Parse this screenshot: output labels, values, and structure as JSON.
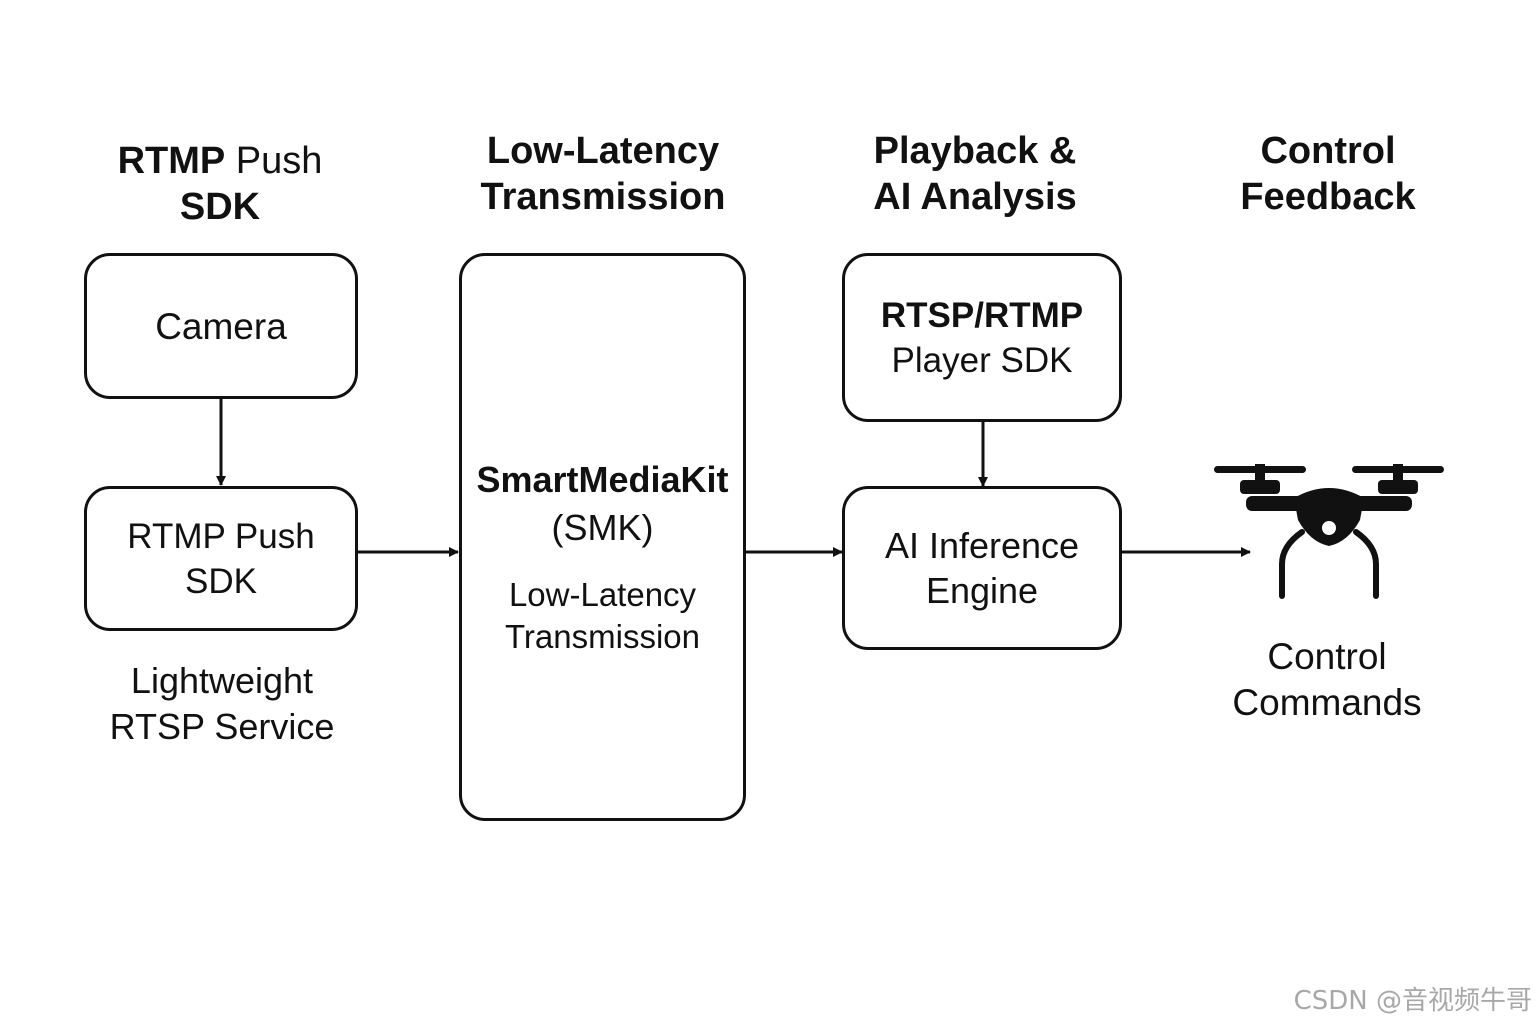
{
  "columns": {
    "push": {
      "line1_bold": "RTMP",
      "line1_rest": " Push",
      "line2": "SDK"
    },
    "transmission": {
      "line1": "Low-Latency",
      "line2": "Transmission"
    },
    "playback": {
      "line1": "Playback &",
      "line2": "AI Analysis"
    },
    "control": {
      "line1": "Control",
      "line2": "Feedback"
    }
  },
  "nodes": {
    "camera": {
      "label": "Camera"
    },
    "push_sdk": {
      "line1": "RTMP Push",
      "line2": "SDK"
    },
    "smk": {
      "name": "SmartMediaKit",
      "abbr": "(SMK)",
      "line1": "Low-Latency",
      "line2": "Transmission"
    },
    "player": {
      "line1": "RTSP/RTMP",
      "line2": "Player SDK"
    },
    "ai": {
      "line1": "AI Inference",
      "line2": "Engine"
    }
  },
  "captions": {
    "rtsp": {
      "line1": "Lightweight",
      "line2": "RTSP Service"
    },
    "commands": {
      "line1": "Control",
      "line2": "Commands"
    }
  },
  "icons": {
    "drone": "drone-icon"
  },
  "watermark": "CSDN @音视频牛哥",
  "colors": {
    "stroke": "#111111",
    "background": "#ffffff",
    "watermark": "#a8a8a8"
  }
}
